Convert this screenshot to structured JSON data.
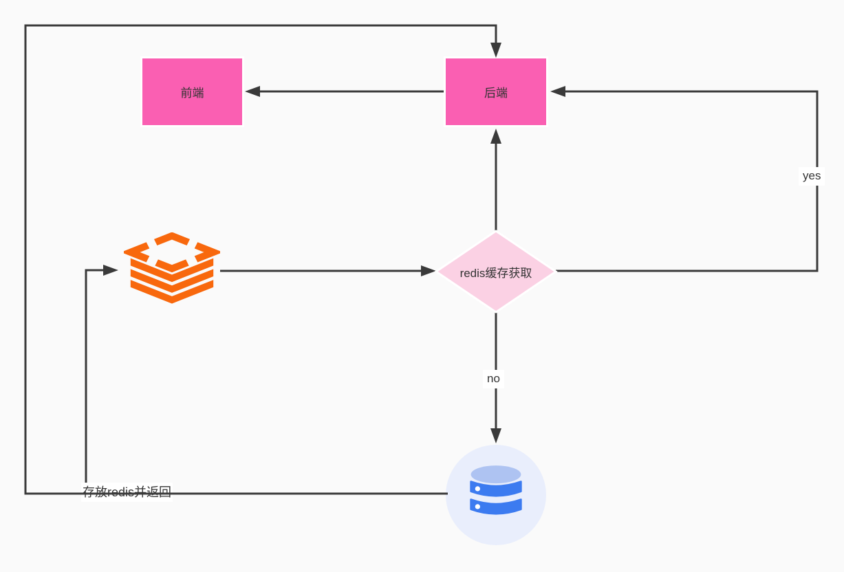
{
  "diagram": {
    "nodes": {
      "frontend": {
        "label": "前端",
        "shape": "rectangle"
      },
      "backend": {
        "label": "后端",
        "shape": "rectangle"
      },
      "decision": {
        "label": "redis缓存获取",
        "shape": "diamond"
      },
      "redis_cache": {
        "icon": "redis-icon"
      },
      "database": {
        "icon": "database-icon"
      }
    },
    "edge_labels": {
      "yes": "yes",
      "no": "no",
      "store": "存放redis并返回"
    }
  },
  "colors": {
    "background": "#fafafa",
    "node_pink": "#fa5fb2",
    "decision_pink": "#fbd1e4",
    "line": "#3a3a3a",
    "text": "#333333",
    "redis_orange": "#f8680d",
    "db_blue": "#3c7bf0",
    "db_light_blue": "#aec3f2",
    "db_circle": "#e9eefc"
  }
}
